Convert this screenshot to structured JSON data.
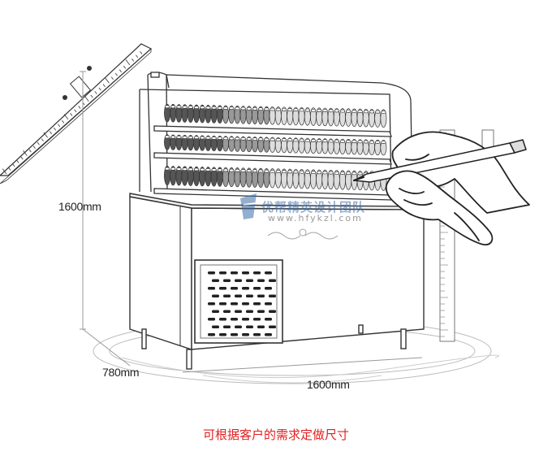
{
  "dimensions": {
    "height": "1600mm",
    "depth": "780mm",
    "width": "1600mm"
  },
  "caption": "可根据客户的需求定做尺寸",
  "watermark": {
    "text": "优帮精英设计团队",
    "url": "www.hfykzl.com"
  },
  "colors": {
    "caption": "#e02020",
    "line": "#333333",
    "watermark": "#3c6eaa"
  }
}
